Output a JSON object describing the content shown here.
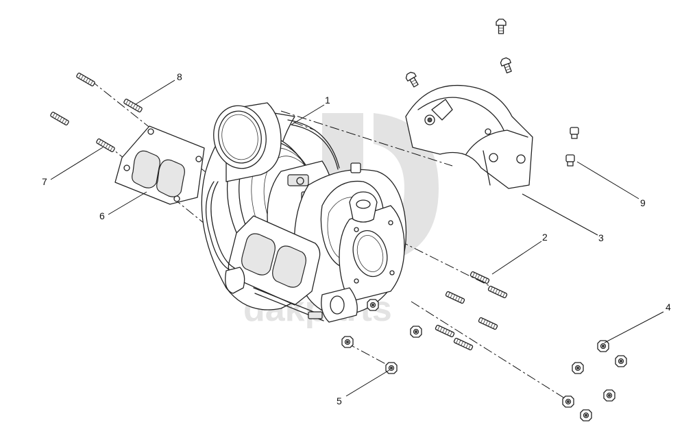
{
  "watermark": {
    "text": "dakparts"
  },
  "callouts": [
    {
      "id": "1",
      "label": "1"
    },
    {
      "id": "2",
      "label": "2"
    },
    {
      "id": "3",
      "label": "3"
    },
    {
      "id": "4",
      "label": "4"
    },
    {
      "id": "5",
      "label": "5"
    },
    {
      "id": "6",
      "label": "6"
    },
    {
      "id": "7",
      "label": "7"
    },
    {
      "id": "8",
      "label": "8"
    },
    {
      "id": "9",
      "label": "9"
    }
  ],
  "colors": {
    "line": "#222222",
    "watermark": "#e3e3e3",
    "background": "#ffffff"
  }
}
